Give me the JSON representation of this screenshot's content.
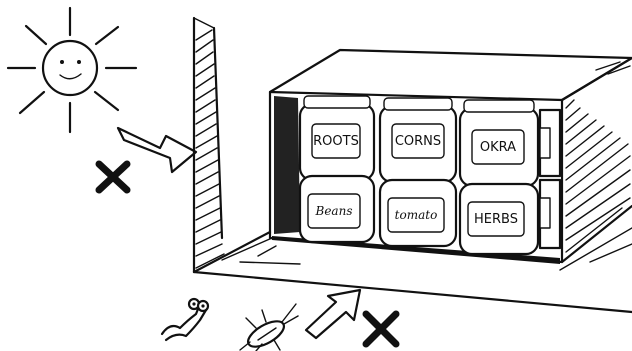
{
  "scene": {
    "jars_top_row": [
      {
        "label": "ROOTS"
      },
      {
        "label": "CORNS"
      },
      {
        "label": "OKRA"
      }
    ],
    "jars_bottom_row": [
      {
        "label": "Beans"
      },
      {
        "label": "tomato"
      },
      {
        "label": "HERBS"
      }
    ]
  }
}
